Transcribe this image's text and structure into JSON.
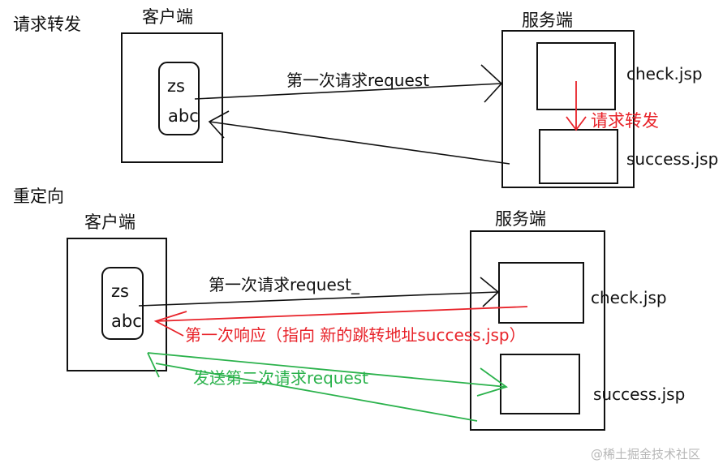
{
  "forward": {
    "section_title": "请求转发",
    "client_label": "客户端",
    "client_lines": [
      "zs",
      "abc"
    ],
    "server_label": "服务端",
    "check_file": "check.jsp",
    "success_file": "success.jsp",
    "request_label": "第一次请求request",
    "forward_label": "请求转发"
  },
  "redirect": {
    "section_title": "重定向",
    "client_label": "客户端",
    "client_lines": [
      "zs",
      "abc"
    ],
    "server_label": "服务端",
    "check_file": "check.jsp",
    "success_file": "success.jsp",
    "request_label": "第一次请求request_",
    "response_label": "第一次响应（指向 新的跳转地址success.jsp）",
    "second_request_label": "发送第二次请求request"
  },
  "watermark": "@稀土掘金技术社区",
  "colors": {
    "line": "#111111",
    "red": "#e8232a",
    "green": "#2bb24c"
  }
}
